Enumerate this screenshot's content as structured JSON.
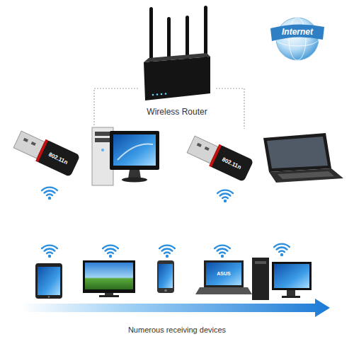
{
  "diagram": {
    "nodes": [
      {
        "text": [
          "Internet"
        ]
      },
      {
        "text": [
          "Wireless Router"
        ]
      },
      {
        "text": [
          "802.11n"
        ]
      },
      {
        "text": [
          "802.11n"
        ]
      }
    ],
    "edges": [
      {
        "from": 1,
        "to": 2,
        "arrow": "none"
      },
      {
        "from": 1,
        "to": 3,
        "arrow": "none"
      }
    ],
    "labels": [
      "ASUS",
      "Numerous receiving devices"
    ]
  }
}
